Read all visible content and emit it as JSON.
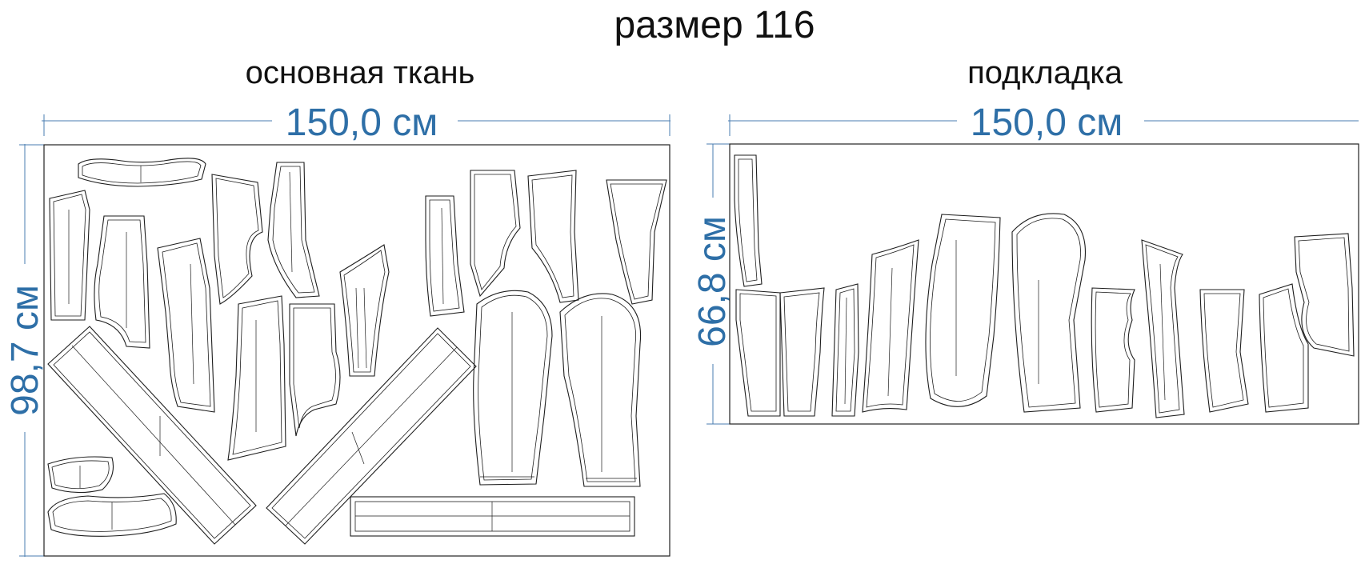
{
  "page_title": "размер 116",
  "colors": {
    "dimension": "#2e6fa7",
    "outline": "#1e1e1e",
    "text": "#111111"
  },
  "main_fabric": {
    "label": "основная ткань",
    "width_label": "150,0 см",
    "length_label": "98,7 см"
  },
  "lining": {
    "label": "подкладка",
    "width_label": "150,0 см",
    "length_label": "66,8 см"
  }
}
